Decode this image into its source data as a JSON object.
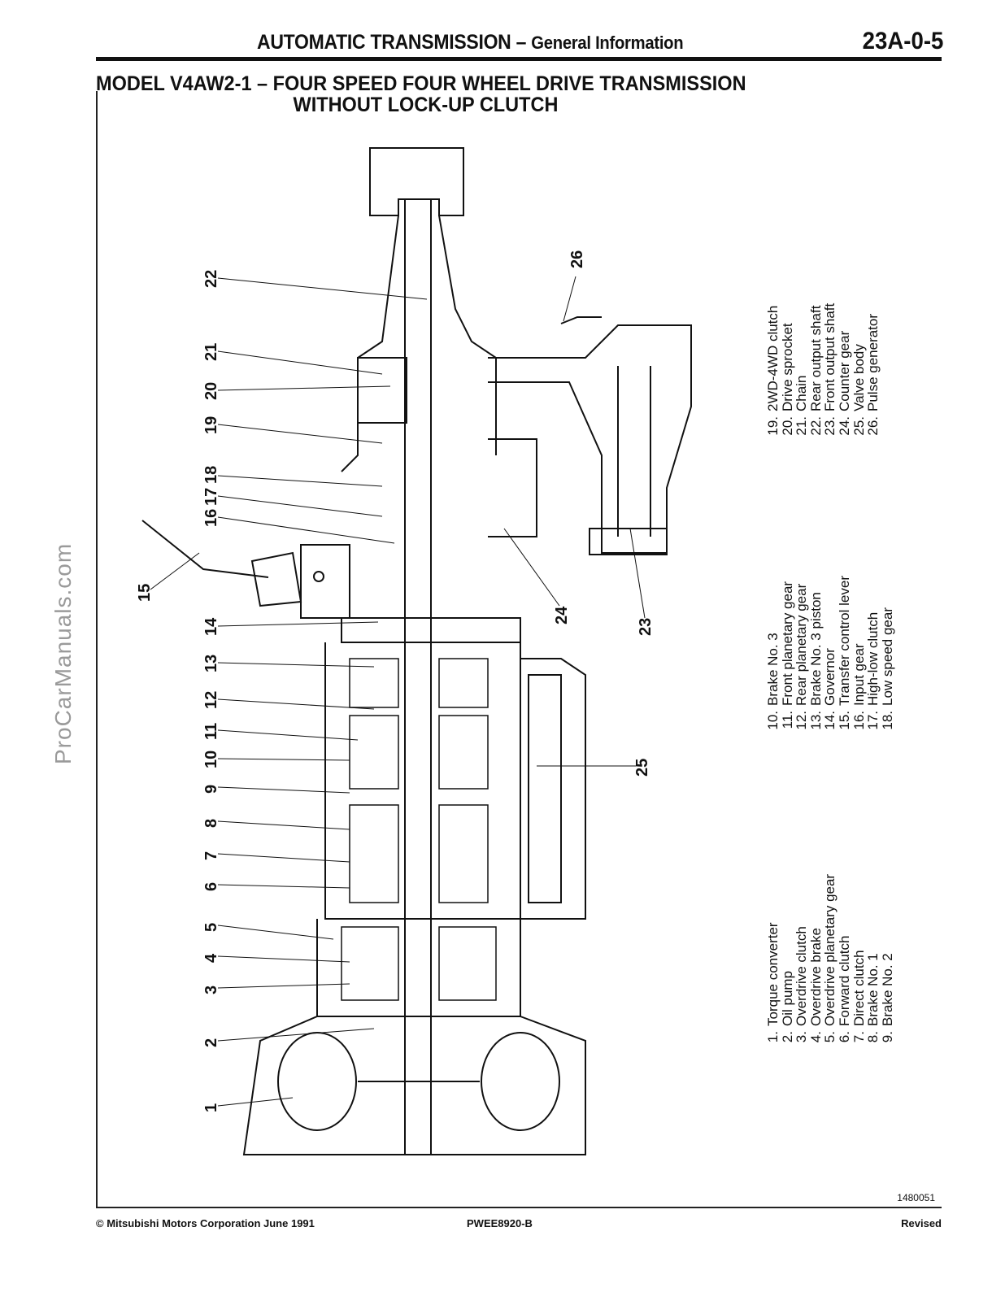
{
  "header": {
    "section_title": "AUTOMATIC TRANSMISSION",
    "separator": " – ",
    "subtitle": "General Information",
    "page_number": "23A-0-5"
  },
  "model_title": {
    "line1": "MODEL V4AW2-1 – FOUR SPEED FOUR WHEEL DRIVE TRANSMISSION",
    "line2": "WITHOUT LOCK-UP CLUTCH"
  },
  "watermark": "ProCarManuals.com",
  "diagram": {
    "callouts": [
      "1",
      "2",
      "3",
      "4",
      "5",
      "6",
      "7",
      "8",
      "9",
      "10",
      "11",
      "12",
      "13",
      "14",
      "15",
      "16",
      "17",
      "18",
      "19",
      "20",
      "21",
      "22",
      "23",
      "24",
      "25",
      "26"
    ]
  },
  "legend": {
    "group1": [
      {
        "num": "1.",
        "label": "Torque converter"
      },
      {
        "num": "2.",
        "label": "Oil pump"
      },
      {
        "num": "3.",
        "label": "Overdrive clutch"
      },
      {
        "num": "4.",
        "label": "Overdrive brake"
      },
      {
        "num": "5.",
        "label": "Overdrive planetary gear"
      },
      {
        "num": "6.",
        "label": "Forward clutch"
      },
      {
        "num": "7.",
        "label": "Direct clutch"
      },
      {
        "num": "8.",
        "label": "Brake No. 1"
      },
      {
        "num": "9.",
        "label": "Brake No. 2"
      }
    ],
    "group2": [
      {
        "num": "10.",
        "label": "Brake No. 3"
      },
      {
        "num": "11.",
        "label": "Front planetary gear"
      },
      {
        "num": "12.",
        "label": "Rear planetary gear"
      },
      {
        "num": "13.",
        "label": "Brake No. 3 piston"
      },
      {
        "num": "14.",
        "label": "Governor"
      },
      {
        "num": "15.",
        "label": "Transfer control lever"
      },
      {
        "num": "16.",
        "label": "Input gear"
      },
      {
        "num": "17.",
        "label": "High-low clutch"
      },
      {
        "num": "18.",
        "label": "Low speed gear"
      }
    ],
    "group3": [
      {
        "num": "19.",
        "label": "2WD-4WD clutch"
      },
      {
        "num": "20.",
        "label": "Drive sprocket"
      },
      {
        "num": "21.",
        "label": "Chain"
      },
      {
        "num": "22.",
        "label": "Rear output shaft"
      },
      {
        "num": "23.",
        "label": "Front output shaft"
      },
      {
        "num": "24.",
        "label": "Counter gear"
      },
      {
        "num": "25.",
        "label": "Valve body"
      },
      {
        "num": "26.",
        "label": "Pulse generator"
      }
    ]
  },
  "figure_number": "1480051",
  "footer": {
    "copyright": "© Mitsubishi Motors Corporation   June 1991",
    "doc_code": "PWEE8920-B",
    "status": "Revised"
  }
}
